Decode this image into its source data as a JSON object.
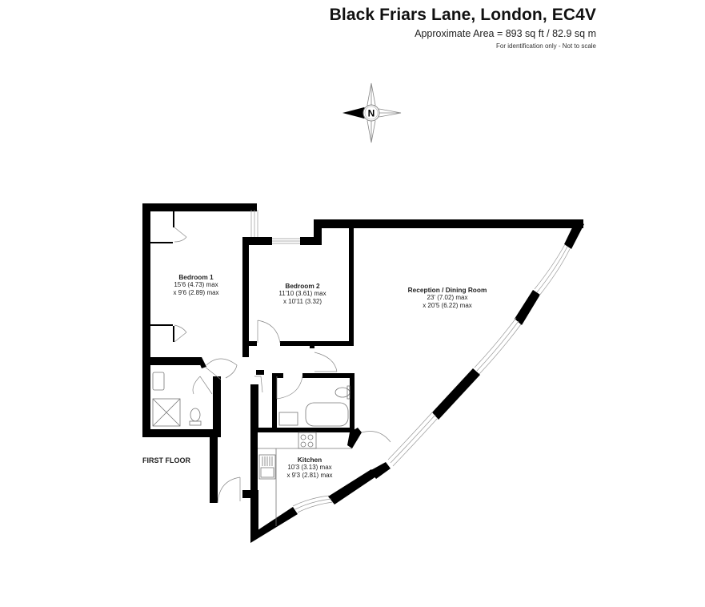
{
  "header": {
    "title": "Black Friars Lane, London, EC4V",
    "area": "Approximate Area = 893 sq ft / 82.9 sq m",
    "disclaimer": "For identification only - Not to scale"
  },
  "compass": {
    "icon": "compass-rose-icon",
    "letter": "N",
    "pointing": "left"
  },
  "floor": {
    "label": "FIRST FLOOR"
  },
  "rooms": [
    {
      "name": "Bedroom 1",
      "dim1": "15'6 (4.73) max",
      "dim2": "x 9'6 (2.89) max"
    },
    {
      "name": "Bedroom 2",
      "dim1": "11'10 (3.61) max",
      "dim2": "x 10'11 (3.32)"
    },
    {
      "name": "Reception / Dining Room",
      "dim1": "23' (7.02) max",
      "dim2": "x 20'5 (6.22) max"
    },
    {
      "name": "Kitchen",
      "dim1": "10'3 (3.13) max",
      "dim2": "x 9'3 (2.81) max"
    }
  ],
  "colors": {
    "wall": "#000000",
    "fixture": "#777777",
    "background": "#ffffff"
  }
}
